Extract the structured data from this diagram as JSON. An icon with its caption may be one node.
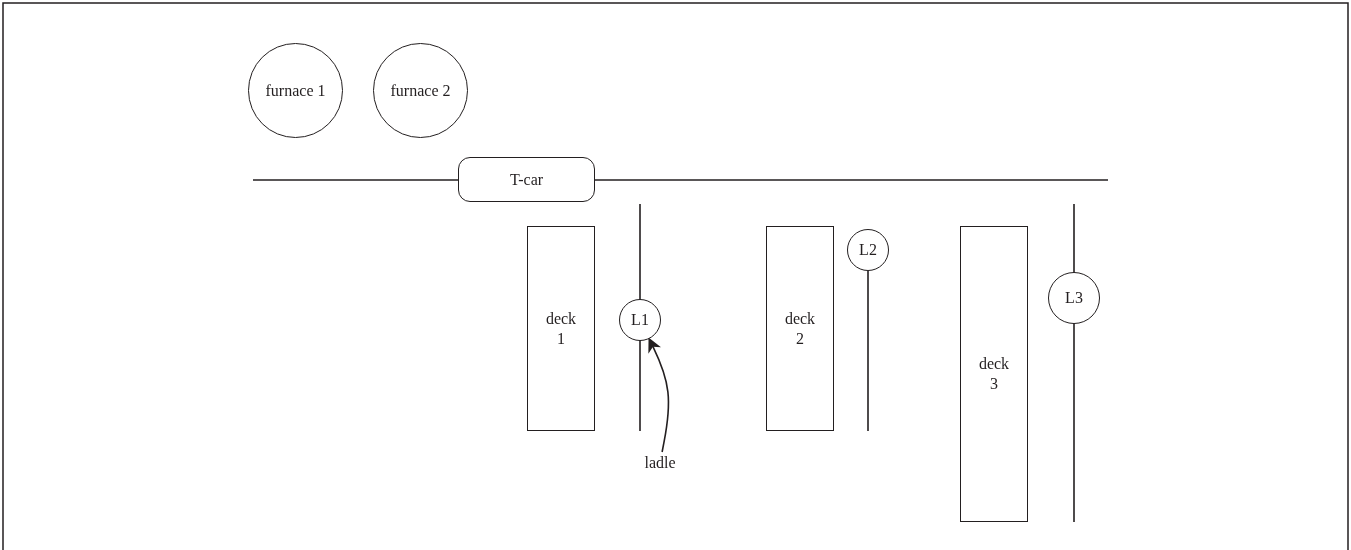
{
  "diagram": {
    "nodes": [
      {
        "text": [
          "furnace 1"
        ]
      },
      {
        "text": [
          "furnace 2"
        ]
      },
      {
        "text": [
          "T-car"
        ]
      },
      {
        "text": [
          "deck 1"
        ]
      },
      {
        "text": [
          "L1"
        ]
      },
      {
        "text": [
          "deck 2"
        ]
      },
      {
        "text": [
          "L2"
        ]
      },
      {
        "text": [
          "deck 3"
        ]
      },
      {
        "text": [
          "L3"
        ]
      },
      {
        "text": [
          "ladle"
        ]
      }
    ],
    "edges": [
      {
        "from": 9,
        "to": 4,
        "arrow": "to"
      }
    ]
  }
}
